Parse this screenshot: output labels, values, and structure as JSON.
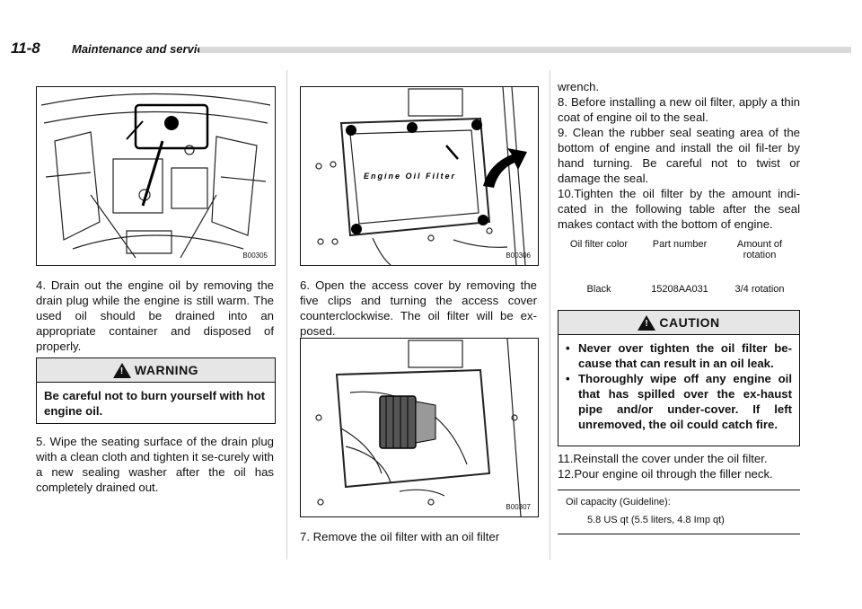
{
  "header": {
    "page_number": "11-8",
    "section_title": "Maintenance and service"
  },
  "figures": {
    "fig1_code": "B00305",
    "fig2_code": "B00306",
    "fig3_code": "B00307",
    "fig2_label": "Engine Oil Filter"
  },
  "steps": {
    "step4": "4. Drain out the engine oil by removing the drain plug while the engine is still warm. The used oil should be drained into an appropriate container and disposed of properly.",
    "step5": "5. Wipe the seating surface of the drain plug with a clean cloth and tighten it se-curely with a new sealing washer after the oil has completely drained out.",
    "step6": "6. Open the access cover by removing the five clips and turning the access cover counterclockwise. The oil filter will be ex-posed.",
    "step7": "7. Remove the oil filter with an oil filter",
    "step7_cont": "wrench.",
    "step8": "8. Before installing a new oil filter, apply a thin coat of engine oil to the seal.",
    "step9": "9. Clean the rubber seal seating area of the bottom of engine and install the oil fil-ter by hand turning. Be careful not to twist or damage the seal.",
    "step10": "10.Tighten the oil filter by the amount indi-cated in the following table after the seal makes contact with the bottom of engine.",
    "step11": "11.Reinstall the cover under the oil filter.",
    "step12": "12.Pour engine oil through the filler neck."
  },
  "warning": {
    "title": "WARNING",
    "text": "Be careful not to burn yourself with hot engine oil."
  },
  "caution": {
    "title": "CAUTION",
    "items": [
      "Never over tighten the oil filter be-cause that can result in an oil leak.",
      "Thoroughly wipe off any engine oil that has spilled over the ex-haust pipe and/or under-cover. If left unremoved, the oil could catch fire."
    ]
  },
  "table": {
    "headers": [
      "Oil filter color",
      "Part number",
      "Amount of rotation"
    ],
    "row": [
      "Black",
      "15208AA031",
      "3/4 rotation"
    ]
  },
  "capacity": {
    "label": "Oil capacity (Guideline):",
    "value": "5.8 US qt (5.5 liters, 4.8 Imp qt)"
  }
}
